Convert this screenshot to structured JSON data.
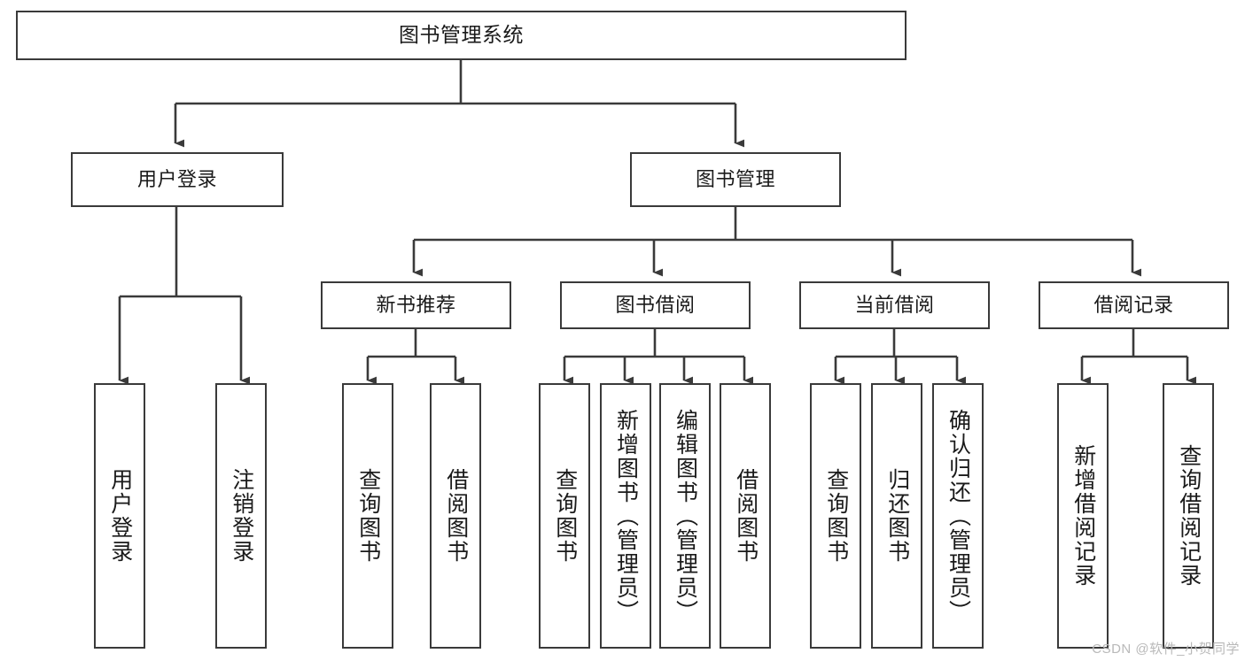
{
  "diagram": {
    "type": "tree-hierarchy-chart",
    "title": "图书管理系统",
    "stroke_color": "#3a3a3a",
    "background_color": "#ffffff",
    "text_color": "#1a1a1a",
    "levels": {
      "root": {
        "label": "图书管理系统"
      },
      "level1": [
        {
          "id": "user-login",
          "label": "用户登录"
        },
        {
          "id": "book-manage",
          "label": "图书管理"
        }
      ],
      "level2": [
        {
          "id": "new-book-rec",
          "label": "新书推荐"
        },
        {
          "id": "book-borrow",
          "label": "图书借阅"
        },
        {
          "id": "current-borrow",
          "label": "当前借阅"
        },
        {
          "id": "borrow-record",
          "label": "借阅记录"
        }
      ],
      "level3": [
        {
          "id": "leaf-user-login",
          "label": "用户登录",
          "parent": "user-login"
        },
        {
          "id": "leaf-logout",
          "label": "注销登录",
          "parent": "user-login"
        },
        {
          "id": "leaf-query-book-1",
          "label": "查询图书",
          "parent": "new-book-rec"
        },
        {
          "id": "leaf-borrow-book-1",
          "label": "借阅图书",
          "parent": "new-book-rec"
        },
        {
          "id": "leaf-query-book-2",
          "label": "查询图书",
          "parent": "book-borrow"
        },
        {
          "id": "leaf-add-book",
          "label": "新增图书（管理员）",
          "parent": "book-borrow"
        },
        {
          "id": "leaf-edit-book",
          "label": "编辑图书（管理员）",
          "parent": "book-borrow"
        },
        {
          "id": "leaf-borrow-book-2",
          "label": "借阅图书",
          "parent": "book-borrow"
        },
        {
          "id": "leaf-query-book-3",
          "label": "查询图书",
          "parent": "current-borrow"
        },
        {
          "id": "leaf-return-book",
          "label": "归还图书",
          "parent": "current-borrow"
        },
        {
          "id": "leaf-confirm-return",
          "label": "确认归还（管理员）",
          "parent": "current-borrow"
        },
        {
          "id": "leaf-add-record",
          "label": "新增借阅记录",
          "parent": "borrow-record"
        },
        {
          "id": "leaf-query-record",
          "label": "查询借阅记录",
          "parent": "borrow-record"
        }
      ]
    }
  },
  "watermark": {
    "text": "CSDN @软件_小贺同学"
  }
}
